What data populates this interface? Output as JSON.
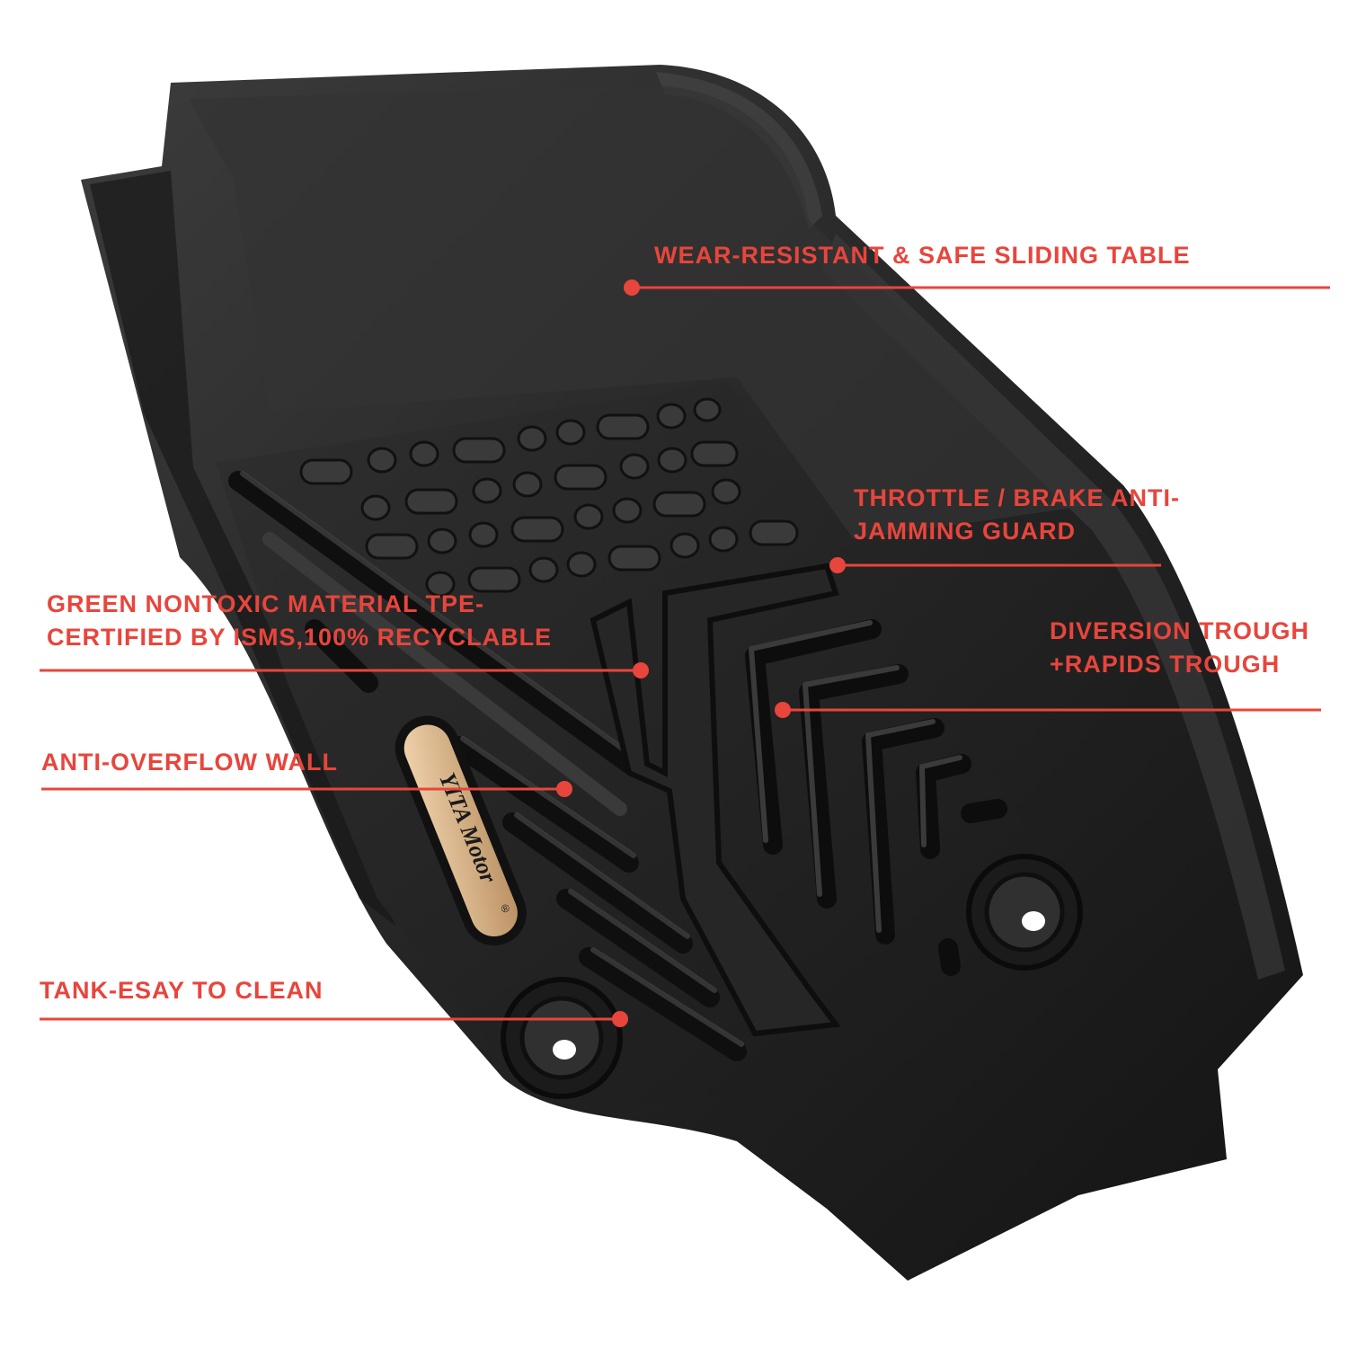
{
  "brand_badge": {
    "text": "YITA Motor",
    "registered": "®"
  },
  "callouts": [
    {
      "id": "sliding-table",
      "lines": [
        "WEAR-RESISTANT & SAFE SLIDING TABLE"
      ]
    },
    {
      "id": "anti-jamming",
      "lines": [
        "THROTTLE / BRAKE ANTI-",
        "JAMMING GUARD"
      ]
    },
    {
      "id": "material",
      "lines": [
        "GREEN NONTOXIC MATERIAL TPE-",
        "CERTIFIED BY ISMS,100% RECYCLABLE"
      ]
    },
    {
      "id": "trough",
      "lines": [
        "DIVERSION TROUGH",
        "+RAPIDS TROUGH"
      ]
    },
    {
      "id": "overflow-wall",
      "lines": [
        "ANTI-OVERFLOW WALL"
      ]
    },
    {
      "id": "tank",
      "lines": [
        "TANK-ESAY TO CLEAN"
      ]
    }
  ],
  "colors": {
    "callout": "#e8453c",
    "mat_dark": "#1c1c1c",
    "mat_mid": "#2e2e2e",
    "mat_light": "#4a4a4a",
    "badge": "#d9b48a",
    "background": "#ffffff"
  }
}
